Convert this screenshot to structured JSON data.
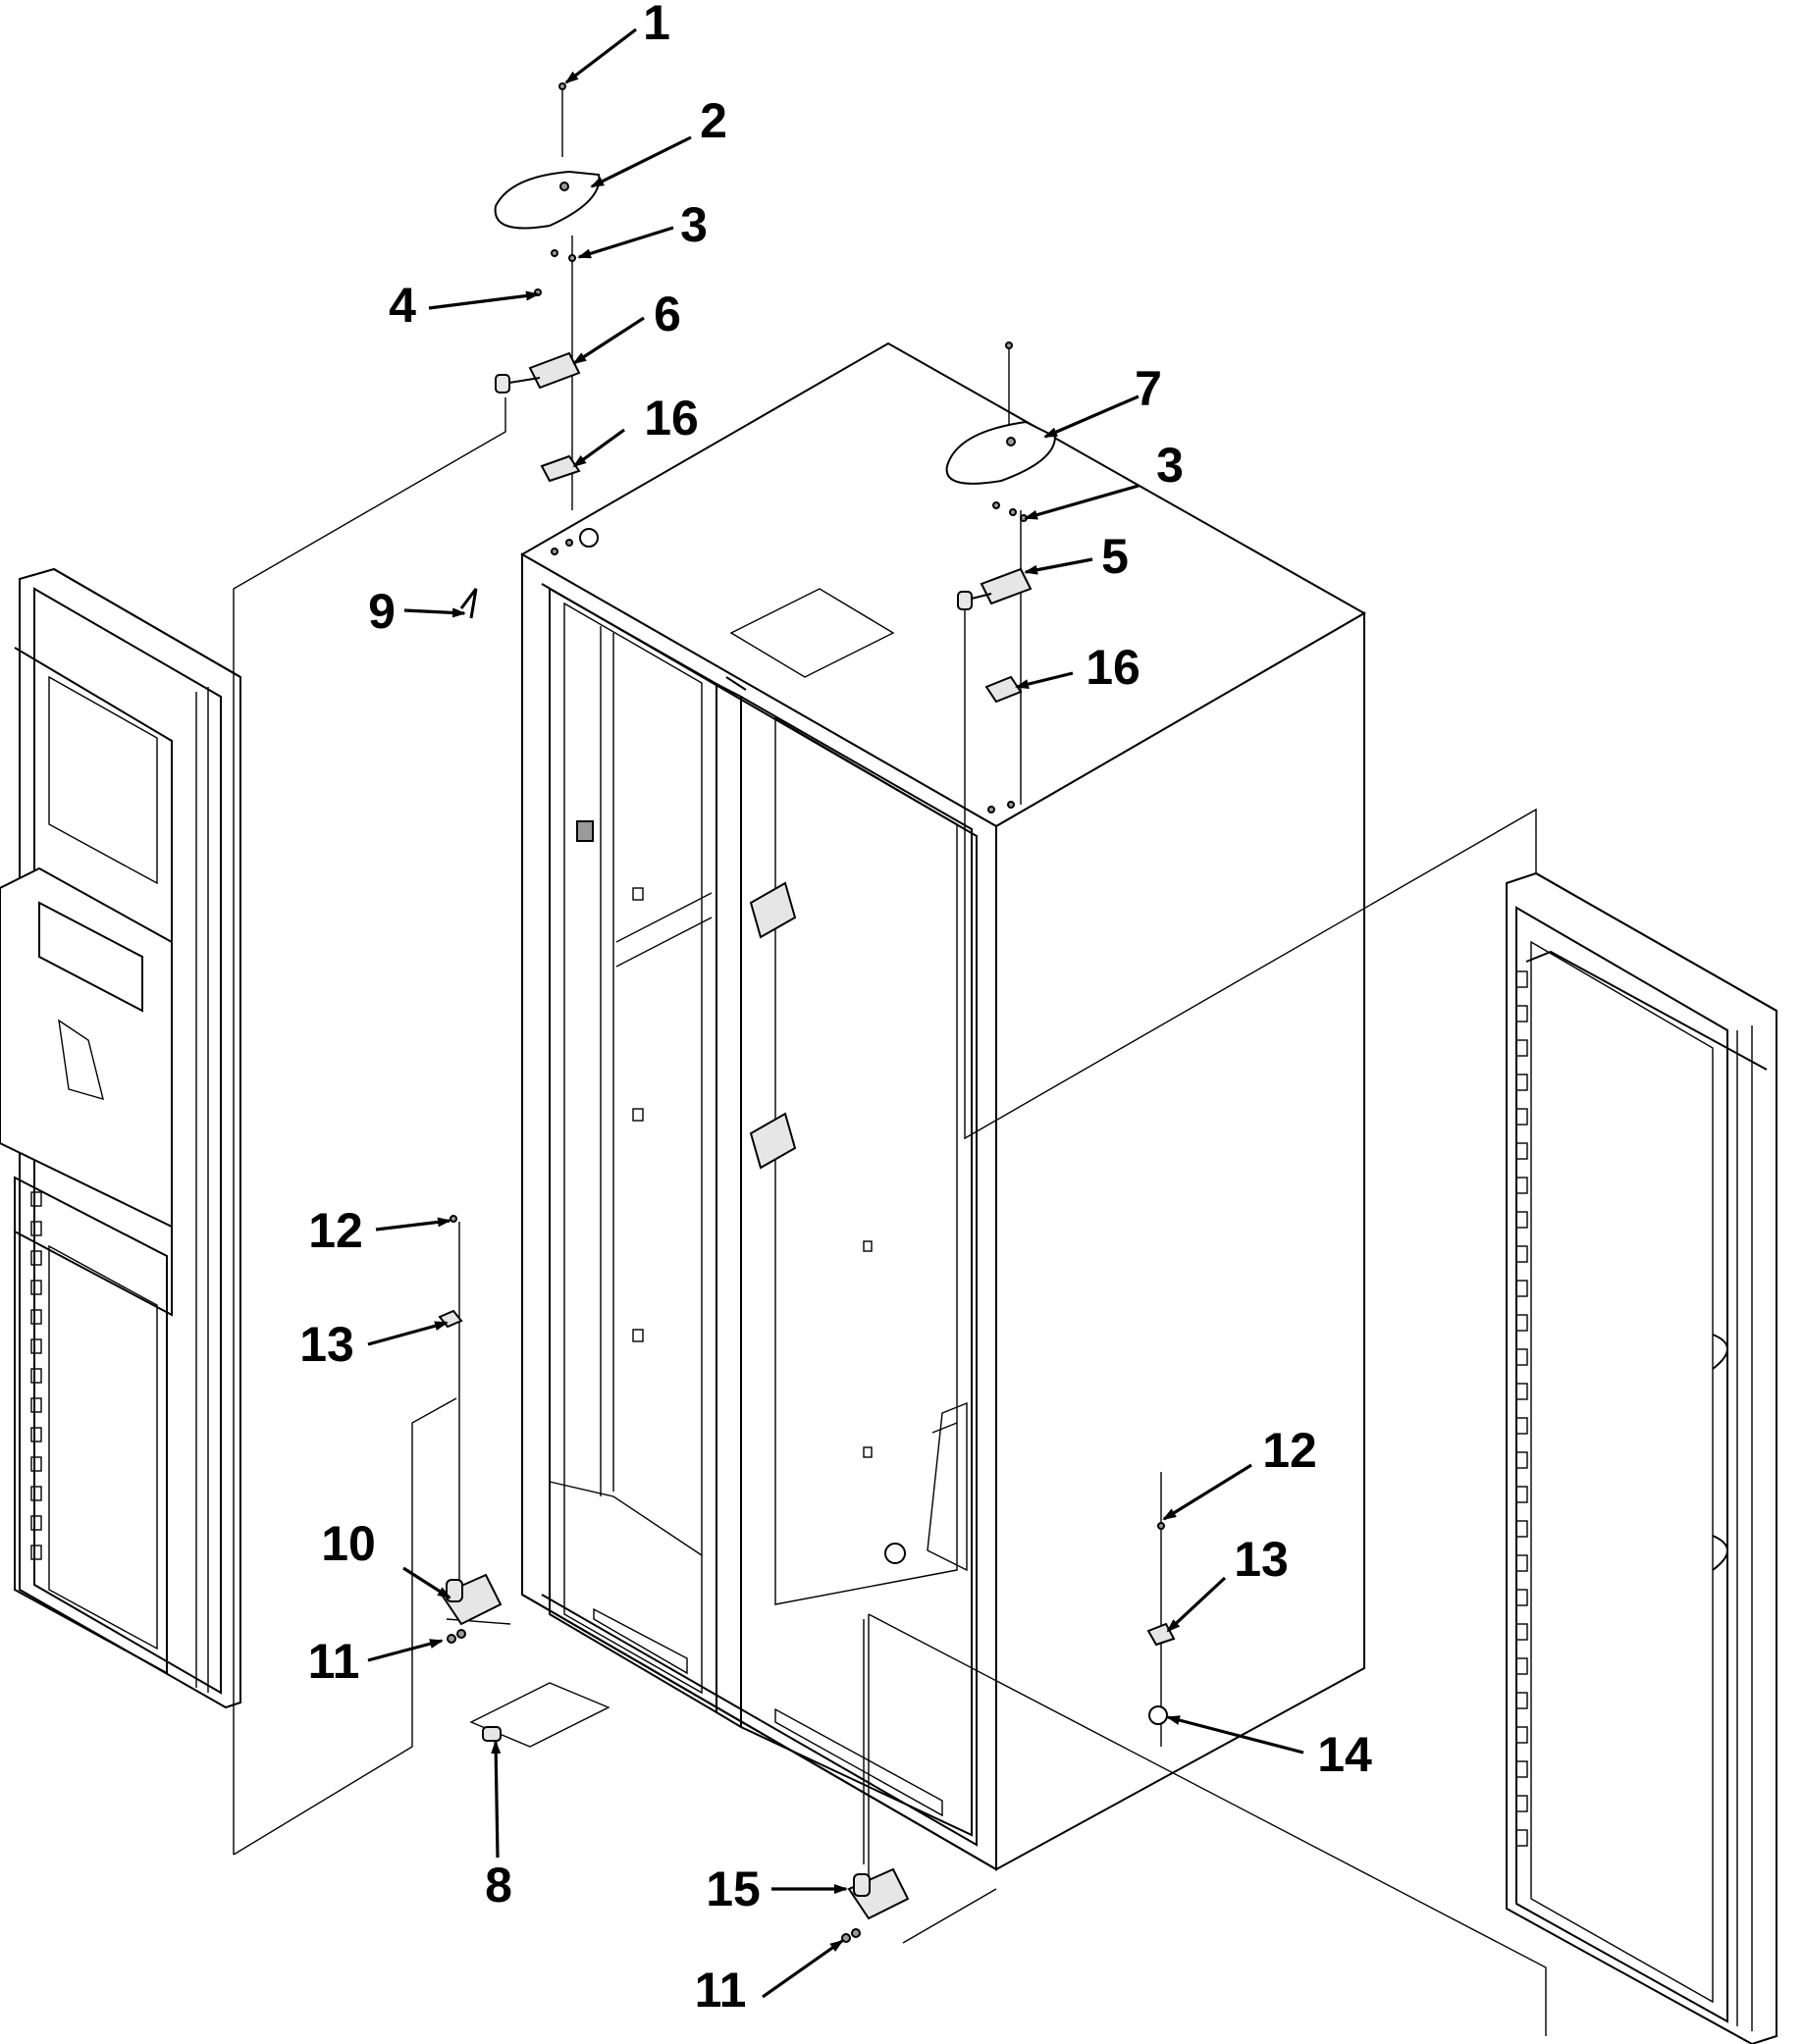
{
  "diagram": {
    "callouts": [
      "1",
      "2",
      "3",
      "4",
      "5",
      "6",
      "7",
      "8",
      "9",
      "10",
      "11",
      "12",
      "13",
      "14",
      "15",
      "16"
    ],
    "callout_instances": [
      {
        "id": "c1",
        "text": "1"
      },
      {
        "id": "c2",
        "text": "2"
      },
      {
        "id": "c3a",
        "text": "3"
      },
      {
        "id": "c4",
        "text": "4"
      },
      {
        "id": "c6",
        "text": "6"
      },
      {
        "id": "c16a",
        "text": "16"
      },
      {
        "id": "c7",
        "text": "7"
      },
      {
        "id": "c3b",
        "text": "3"
      },
      {
        "id": "c5",
        "text": "5"
      },
      {
        "id": "c9",
        "text": "9"
      },
      {
        "id": "c16b",
        "text": "16"
      },
      {
        "id": "c12a",
        "text": "12"
      },
      {
        "id": "c13a",
        "text": "13"
      },
      {
        "id": "c10",
        "text": "10"
      },
      {
        "id": "c11a",
        "text": "11"
      },
      {
        "id": "c8",
        "text": "8"
      },
      {
        "id": "c15",
        "text": "15"
      },
      {
        "id": "c11b",
        "text": "11"
      },
      {
        "id": "c12b",
        "text": "12"
      },
      {
        "id": "c13b",
        "text": "13"
      },
      {
        "id": "c14",
        "text": "14"
      }
    ]
  }
}
